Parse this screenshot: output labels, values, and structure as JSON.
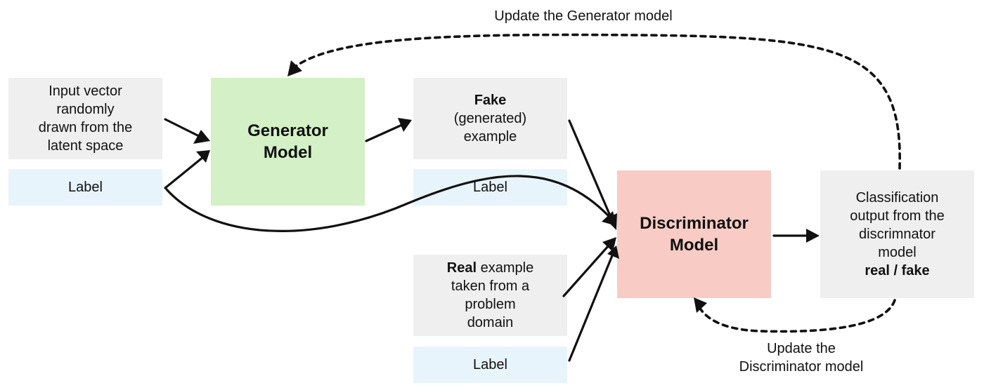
{
  "top_caption": "Update the Generator model",
  "bottom_caption": {
    "line1": "Update the",
    "line2": "Discriminator model"
  },
  "input_vector": {
    "line1": "Input vector",
    "line2": "randomly",
    "line3": "drawn from the",
    "line4": "latent space"
  },
  "generator_label": "Label",
  "generator": {
    "line1": "Generator",
    "line2": "Model"
  },
  "fake": {
    "bold": "Fake",
    "line2": "(generated)",
    "line3": "example"
  },
  "fake_label": "Label",
  "real": {
    "bold": "Real",
    "rest1": " example",
    "line2": "taken from a",
    "line3": "problem",
    "line4": "domain"
  },
  "real_label": "Label",
  "discriminator": {
    "line1": "Discriminator",
    "line2": "Model"
  },
  "classification": {
    "line1": "Classification",
    "line2": "output from the",
    "line3": "discrimnator",
    "line4": "model",
    "bold": "real / fake"
  }
}
